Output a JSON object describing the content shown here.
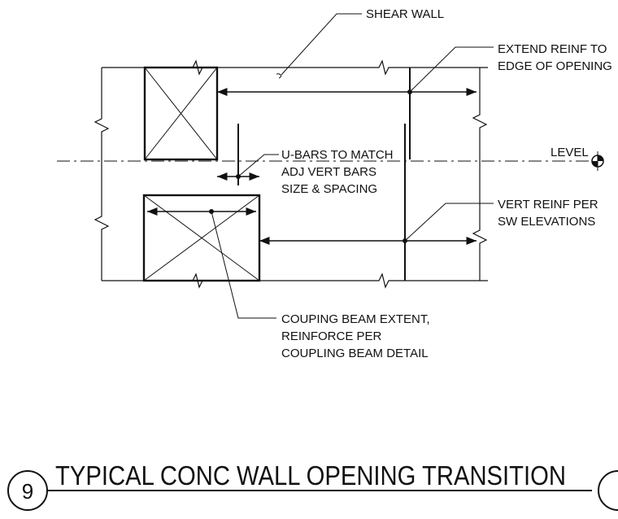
{
  "notes": {
    "shear_wall": "SHEAR WALL",
    "extend_reinf_1": "EXTEND REINF TO",
    "extend_reinf_2": "EDGE OF OPENING",
    "level": "LEVEL",
    "ubars_1": "U-BARS TO MATCH",
    "ubars_2": "ADJ VERT BARS",
    "ubars_3": "SIZE & SPACING",
    "vert_reinf_1": "VERT REINF PER",
    "vert_reinf_2": "SW ELEVATIONS",
    "couping_1": "COUPING BEAM EXTENT,",
    "couping_2": "REINFORCE PER",
    "couping_3": "COUPLING BEAM DETAIL"
  },
  "title": {
    "detail_number": "9",
    "text": "TYPICAL CONC WALL OPENING TRANSITION"
  }
}
